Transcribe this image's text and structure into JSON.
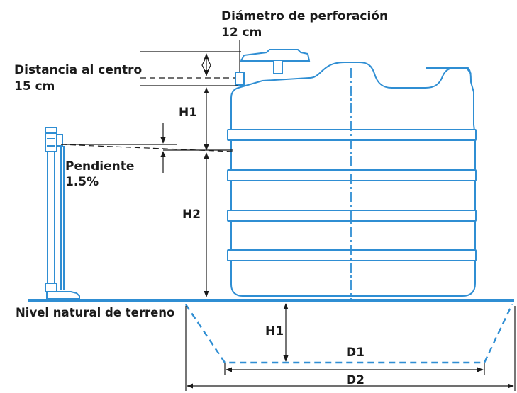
{
  "labels": {
    "drill_diameter_title": "Diámetro de perforación",
    "drill_diameter_value": "12 cm",
    "center_distance_title": "Distancia al centro",
    "center_distance_value": "15 cm",
    "slope_title": "Pendiente",
    "slope_value": "1.5%",
    "h1_upper": "H1",
    "h2": "H2",
    "ground_level": "Nivel natural de terreno",
    "h1_lower": "H1",
    "d1": "D1",
    "d2": "D2"
  },
  "colors": {
    "tank_outline": "#2f8ed3",
    "ground_line": "#2f8ed3",
    "dimension_lines": "#1a1a1a"
  }
}
